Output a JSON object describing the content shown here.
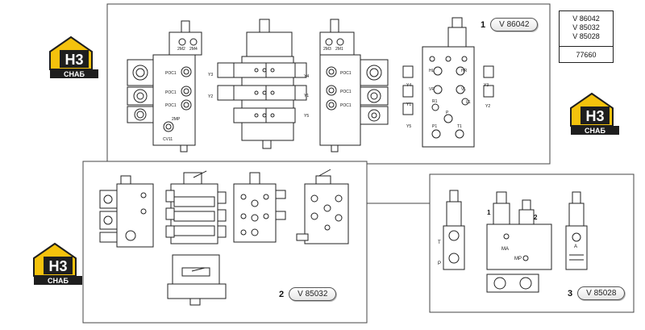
{
  "reference_box": {
    "codes": [
      "V 86042",
      "V 85032",
      "V 85028"
    ],
    "part_code": "77660"
  },
  "logo": {
    "letters": "H3",
    "brand": "СНАБ"
  },
  "callouts": [
    {
      "number": "1",
      "code": "V 86042"
    },
    {
      "number": "2",
      "code": "V 85032"
    },
    {
      "number": "3",
      "code": "V 85028"
    }
  ],
  "labels_group1": {
    "top_pair_a": [
      "2M2",
      "2M4"
    ],
    "top_pair_b": [
      "2M3",
      "2M1"
    ],
    "poc": "POC1",
    "mp": "2MP",
    "cv": "CV11",
    "y3": "Y3",
    "y4": "Y4",
    "y2": "Y2",
    "y1": "Y1",
    "y5": "Y5",
    "hl": "HL",
    "hr": "HR",
    "vr": "VR",
    "vl": "VL",
    "r1": "R1",
    "l1": "L1",
    "p": "P",
    "p1": "P1",
    "t1": "T1"
  },
  "labels_group3": {
    "t": "T",
    "p": "P",
    "ma": "MA",
    "mp": "MP",
    "a": "A",
    "one": "1",
    "two": "2"
  },
  "colors": {
    "logo_yellow": "#f4c20d",
    "logo_dark": "#1e1e1e",
    "line": "#333333"
  }
}
